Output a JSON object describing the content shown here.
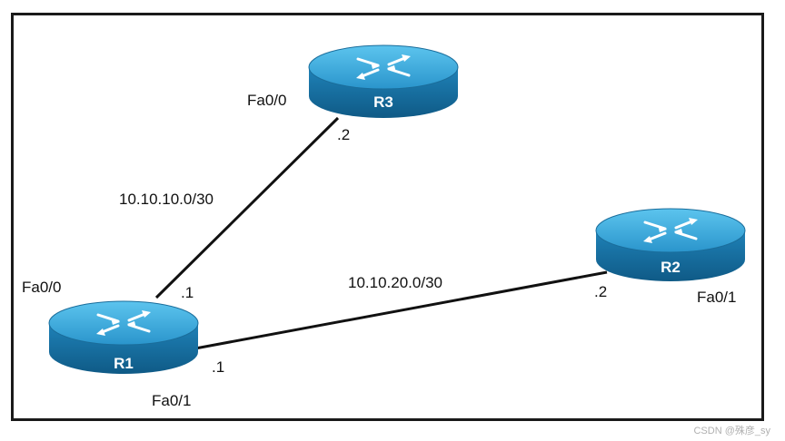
{
  "routers": [
    {
      "id": "r1",
      "name": "R1"
    },
    {
      "id": "r2",
      "name": "R2"
    },
    {
      "id": "r3",
      "name": "R3"
    }
  ],
  "links": [
    {
      "id": "r1-r3",
      "network": "10.10.10.0/30",
      "end_a": {
        "router": "R1",
        "interface": "Fa0/0",
        "host": ".1"
      },
      "end_b": {
        "router": "R3",
        "interface": "Fa0/0",
        "host": ".2"
      }
    },
    {
      "id": "r1-r2",
      "network": "10.10.20.0/30",
      "end_a": {
        "router": "R1",
        "interface": "Fa0/1",
        "host": ".1"
      },
      "end_b": {
        "router": "R2",
        "interface": "Fa0/1",
        "host": ".2"
      }
    }
  ],
  "watermark": "CSDN @殊彦_sy",
  "colors": {
    "router_top": "#2a9fd2",
    "router_side": "#1a6d9b",
    "link": "#111111"
  }
}
